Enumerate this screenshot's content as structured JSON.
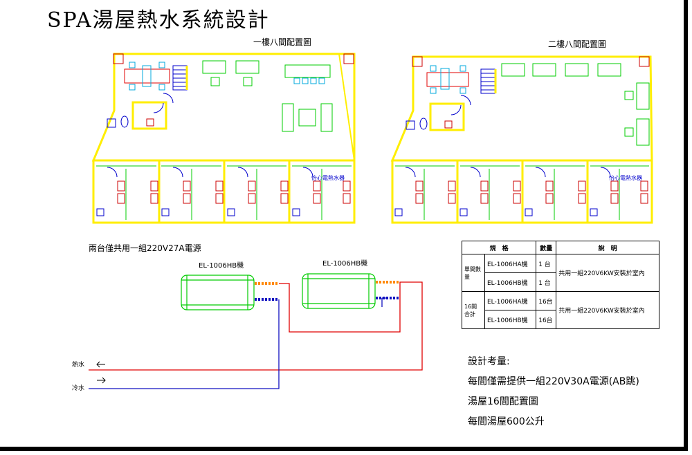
{
  "title": "SPA湯屋熱水系統設計",
  "floor1": {
    "label": "一樓八間配置圖",
    "heater_label": "怡心電熱水器"
  },
  "floor2": {
    "label": "二樓八間配置圖",
    "heater_label": "怡心電熱水器"
  },
  "power_note": "兩台僅共用一組220V27A電源",
  "heater_a": "EL-1006HB機",
  "heater_b": "EL-1006HB機",
  "pipe_labels": {
    "hot": "熱水",
    "cold": "冷水"
  },
  "spec_table": {
    "headers": [
      "規　格",
      "數量",
      "說　明"
    ],
    "groups": [
      {
        "label": "單間數量",
        "rows": [
          {
            "model": "EL-1006HA機",
            "qty": "1 台"
          },
          {
            "model": "EL-1006HB機",
            "qty": "1 台"
          }
        ],
        "note": "共用一組220V6KW安裝於室內"
      },
      {
        "label": "16間合計",
        "rows": [
          {
            "model": "EL-1006HA機",
            "qty": "16台"
          },
          {
            "model": "EL-1006HB機",
            "qty": "16台"
          }
        ],
        "note": "共用一組220V6KW安裝於室內"
      }
    ]
  },
  "design_notes": {
    "heading": "設計考量:",
    "lines": [
      "每間僅需提供一組220V30A電源(AB跳)",
      "湯屋16間配置圖",
      "每間湯屋600公升"
    ]
  },
  "colors": {
    "wall": "#ffee00",
    "fixture": "#00cc00",
    "hot_pipe": "#e00000",
    "cold_pipe": "#1010c0",
    "fitting": "#ff8800",
    "room_line": "#0000cc"
  }
}
